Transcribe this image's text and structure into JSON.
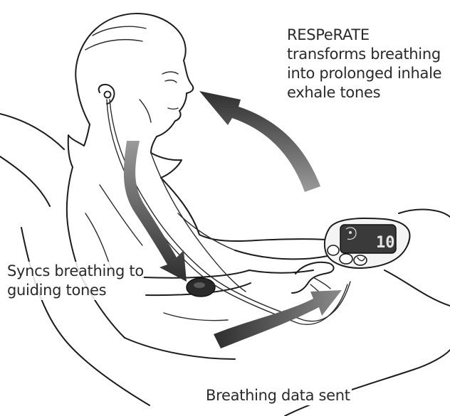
{
  "labels": {
    "top": [
      "RESPeRATE",
      "transforms breathing",
      "into prolonged inhale",
      "exhale tones"
    ],
    "left": [
      "Syncs breathing to",
      "guiding tones"
    ],
    "bottom": "Breathing data sent"
  },
  "device": {
    "display_value": "10"
  },
  "colors": {
    "ink": "#1c1c1c",
    "arrow_dark": "#3a3a3a",
    "arrow_light": "#8a8a8a",
    "text": "#2a2a2a"
  }
}
